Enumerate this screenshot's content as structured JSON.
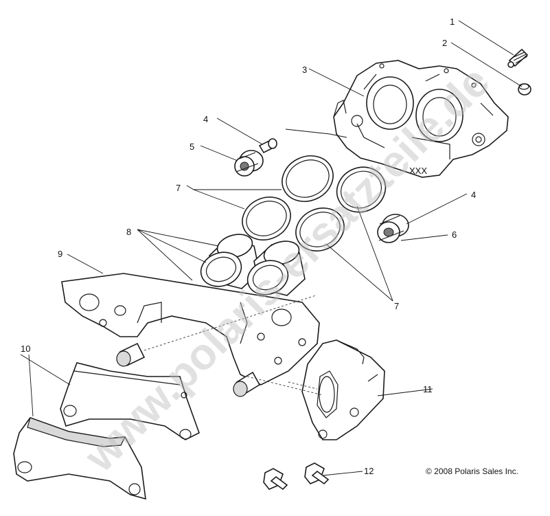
{
  "labels": [
    {
      "key": "1",
      "text": "1"
    },
    {
      "key": "2",
      "text": "2"
    },
    {
      "key": "3",
      "text": "3"
    },
    {
      "key": "4a",
      "text": "4"
    },
    {
      "key": "4b",
      "text": "4"
    },
    {
      "key": "5",
      "text": "5"
    },
    {
      "key": "6",
      "text": "6"
    },
    {
      "key": "7a",
      "text": "7"
    },
    {
      "key": "7b",
      "text": "7"
    },
    {
      "key": "8",
      "text": "8"
    },
    {
      "key": "9",
      "text": "9"
    },
    {
      "key": "10",
      "text": "10"
    },
    {
      "key": "11",
      "text": "11"
    },
    {
      "key": "12",
      "text": "12"
    }
  ],
  "copyright": "© 2008 Polaris Sales Inc.",
  "watermark": "www.polaris-ersatzteile.de",
  "caliper_mark": "XXX"
}
